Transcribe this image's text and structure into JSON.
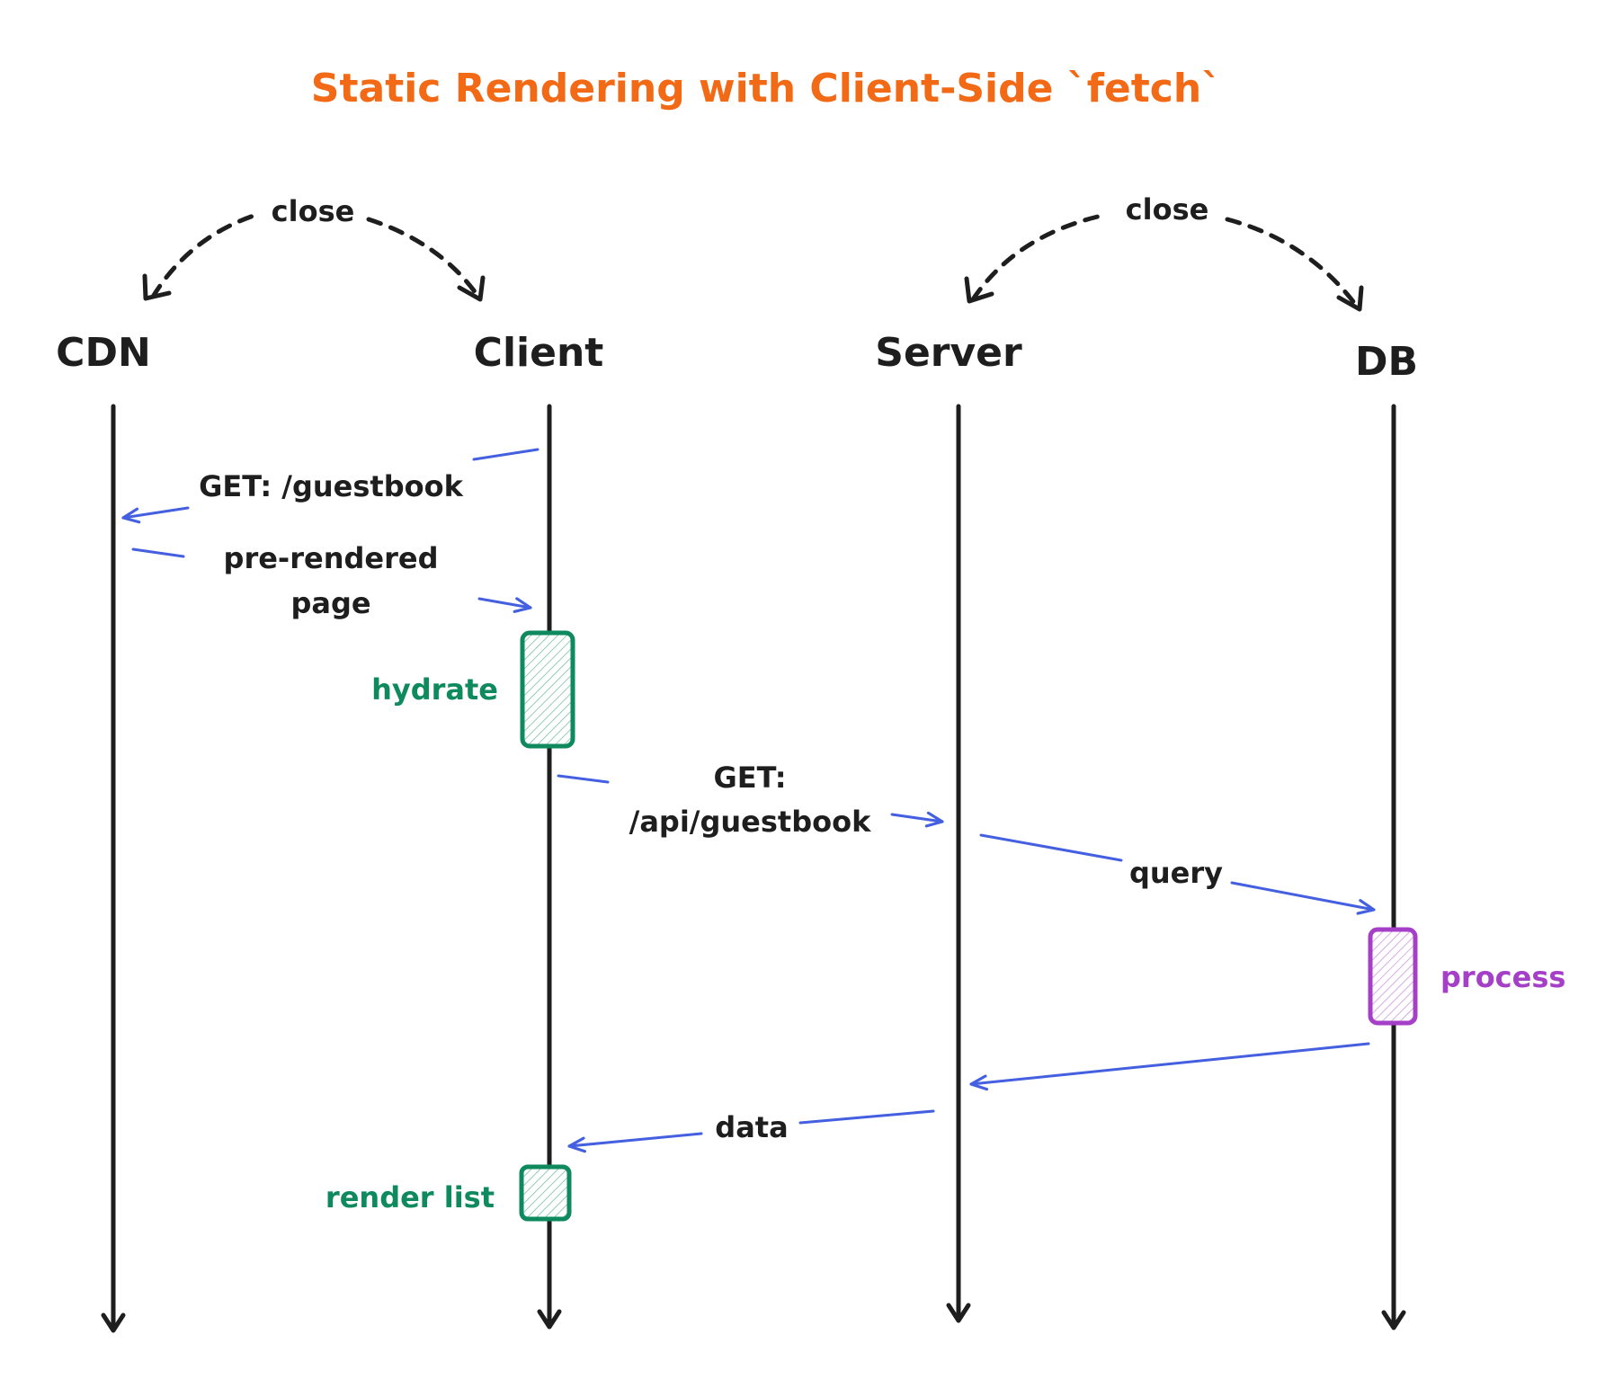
{
  "title": "Static Rendering with Client-Side `fetch`",
  "actors": {
    "cdn": "CDN",
    "client": "Client",
    "server": "Server",
    "db": "DB"
  },
  "relations": {
    "left_close": "close",
    "right_close": "close"
  },
  "messages": {
    "get_guestbook": "GET: /guestbook",
    "pre_rendered_line1": "pre-rendered",
    "pre_rendered_line2": "page",
    "get_api_line1": "GET:",
    "get_api_line2": "/api/guestbook",
    "query": "query",
    "data": "data"
  },
  "activations": {
    "hydrate": "hydrate",
    "process": "process",
    "render_list": "render list"
  },
  "colors": {
    "title": "#f26a15",
    "message_arrow": "#4460e0",
    "client_activation": "#0f8a5f",
    "db_activation": "#a63fc7",
    "ink": "#1e1e1e"
  }
}
